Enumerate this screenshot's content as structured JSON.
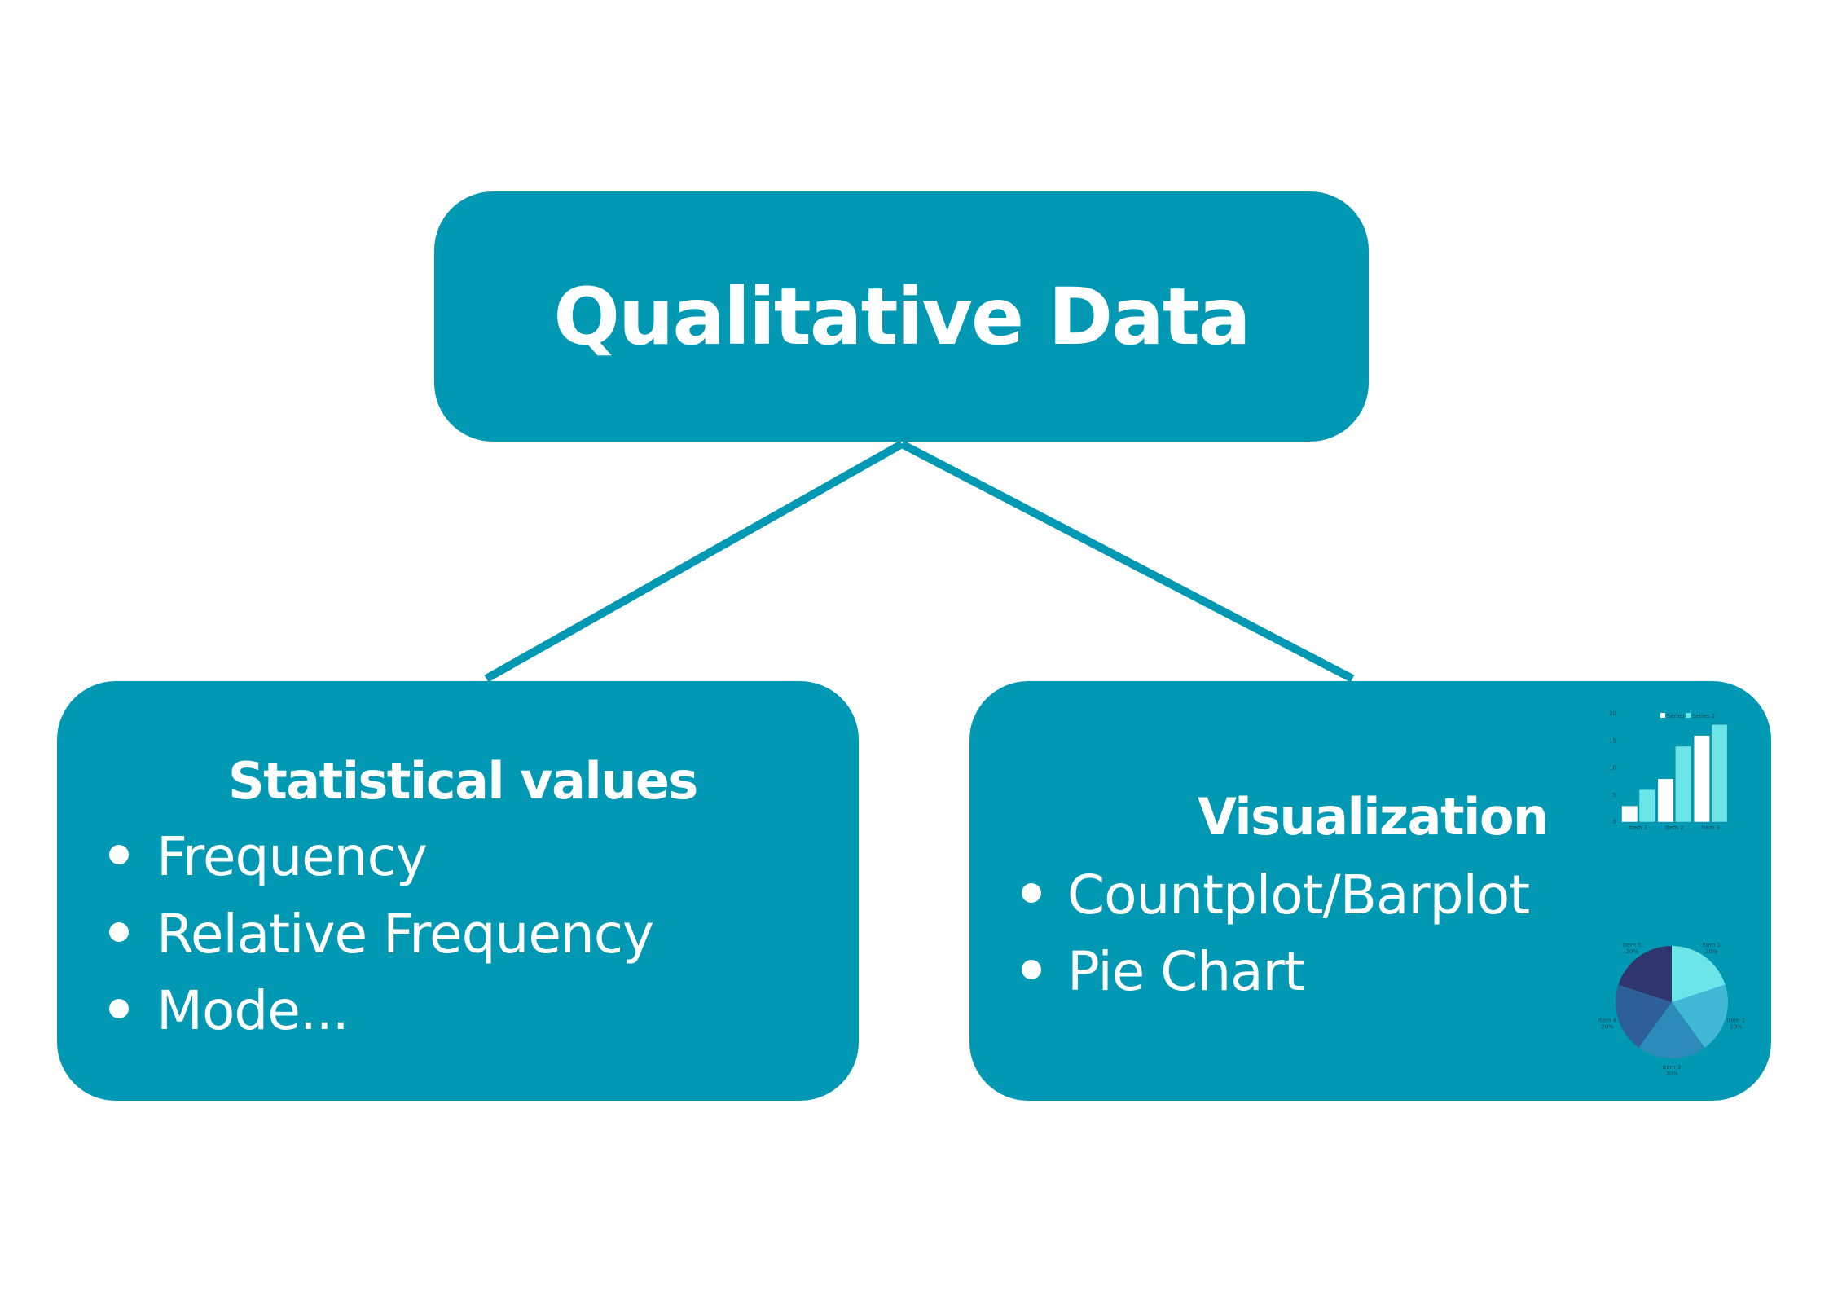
{
  "diagram": {
    "title": "Qualitative Data",
    "colors": {
      "box": "#0098B2",
      "line": "#0098B2",
      "text": "#FFFFFF"
    },
    "left": {
      "heading": "Statistical values",
      "items": [
        "Frequency",
        "Relative Frequency",
        "Mode..."
      ]
    },
    "right": {
      "heading": "Visualization",
      "items": [
        "Countplot/Barplot",
        "Pie Chart"
      ]
    }
  },
  "chart_data": [
    {
      "type": "bar",
      "title": "",
      "categories": [
        "Item 1",
        "Item 2",
        "Item 3"
      ],
      "series": [
        {
          "name": "Series 1",
          "values": [
            3,
            8,
            16
          ],
          "color": "#FFFFFF"
        },
        {
          "name": "Series 2",
          "values": [
            6,
            14,
            18
          ],
          "color": "#6CE5E8"
        }
      ],
      "yticks": [
        0,
        5,
        10,
        15,
        20
      ],
      "ylim": [
        0,
        20
      ],
      "legend": "top"
    },
    {
      "type": "pie",
      "title": "",
      "slices": [
        {
          "label": "Item 1",
          "value": 20,
          "text": "20%",
          "color": "#6CE5E8"
        },
        {
          "label": "Item 2",
          "value": 20,
          "text": "20%",
          "color": "#41B8D5"
        },
        {
          "label": "Item 3",
          "value": 20,
          "text": "20%",
          "color": "#2D8BBA"
        },
        {
          "label": "Item 4",
          "value": 20,
          "text": "20%",
          "color": "#2F5F98"
        },
        {
          "label": "Item 5",
          "value": 20,
          "text": "20%",
          "color": "#31356E"
        }
      ]
    }
  ]
}
